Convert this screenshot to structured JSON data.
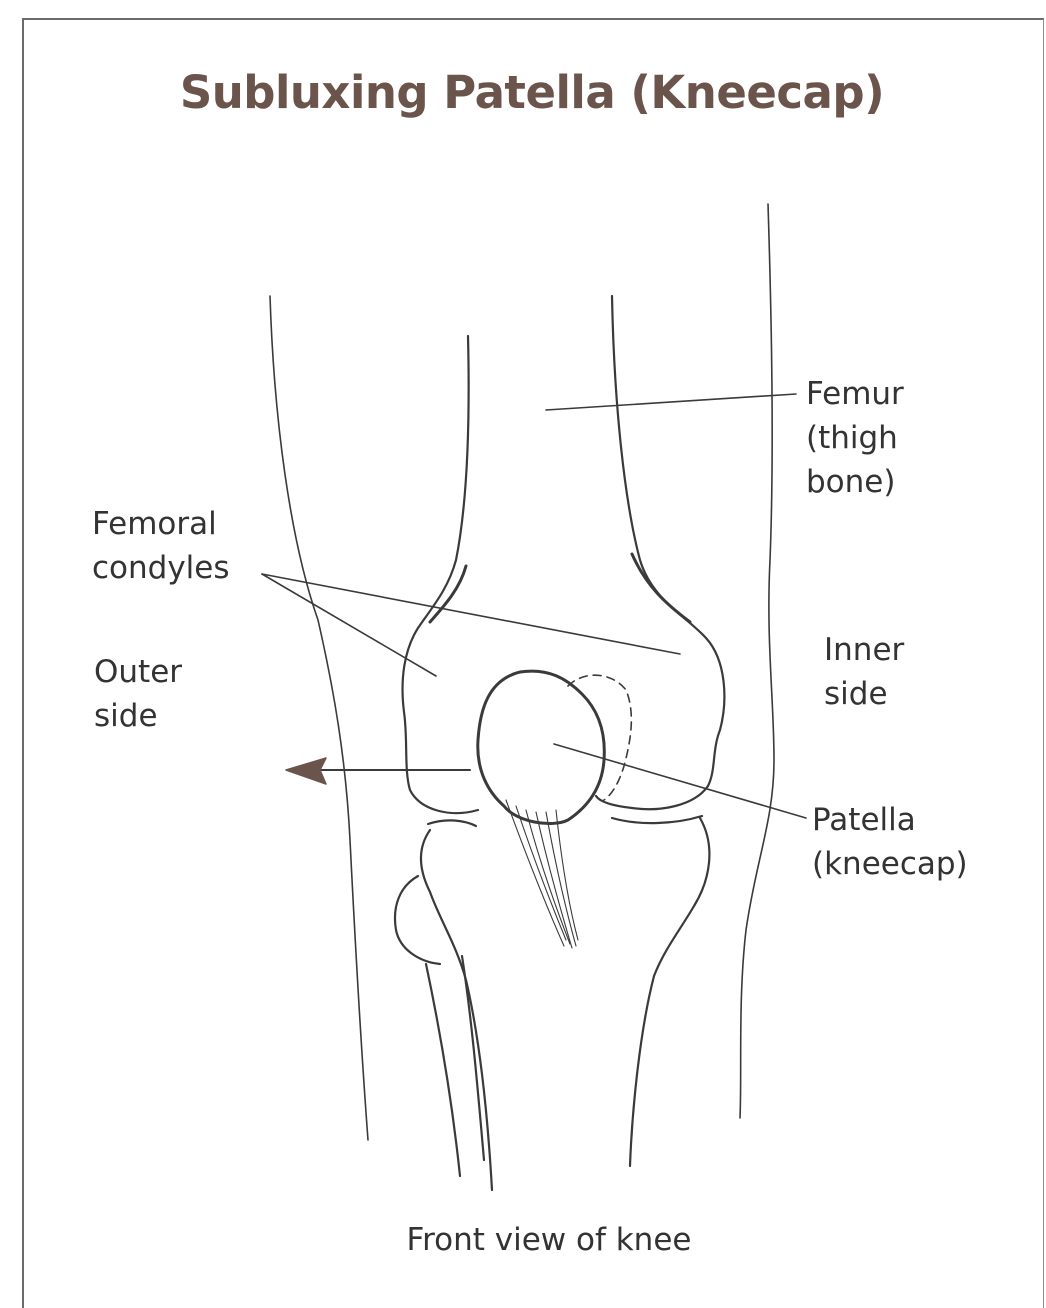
{
  "title": "Subluxing Patella (Kneecap)",
  "caption": "Front view of knee",
  "labels": {
    "femur": [
      "Femur",
      "(thigh",
      "bone)"
    ],
    "femoral_condyles": [
      "Femoral",
      "condyles"
    ],
    "outer_side": [
      "Outer",
      "side"
    ],
    "inner_side": [
      "Inner",
      "side"
    ],
    "patella": [
      "Patella",
      "(kneecap)"
    ]
  },
  "colors": {
    "title": "#6b544b",
    "text": "#333333",
    "line": "#3a3a3a",
    "arrow": "#6b544b"
  }
}
